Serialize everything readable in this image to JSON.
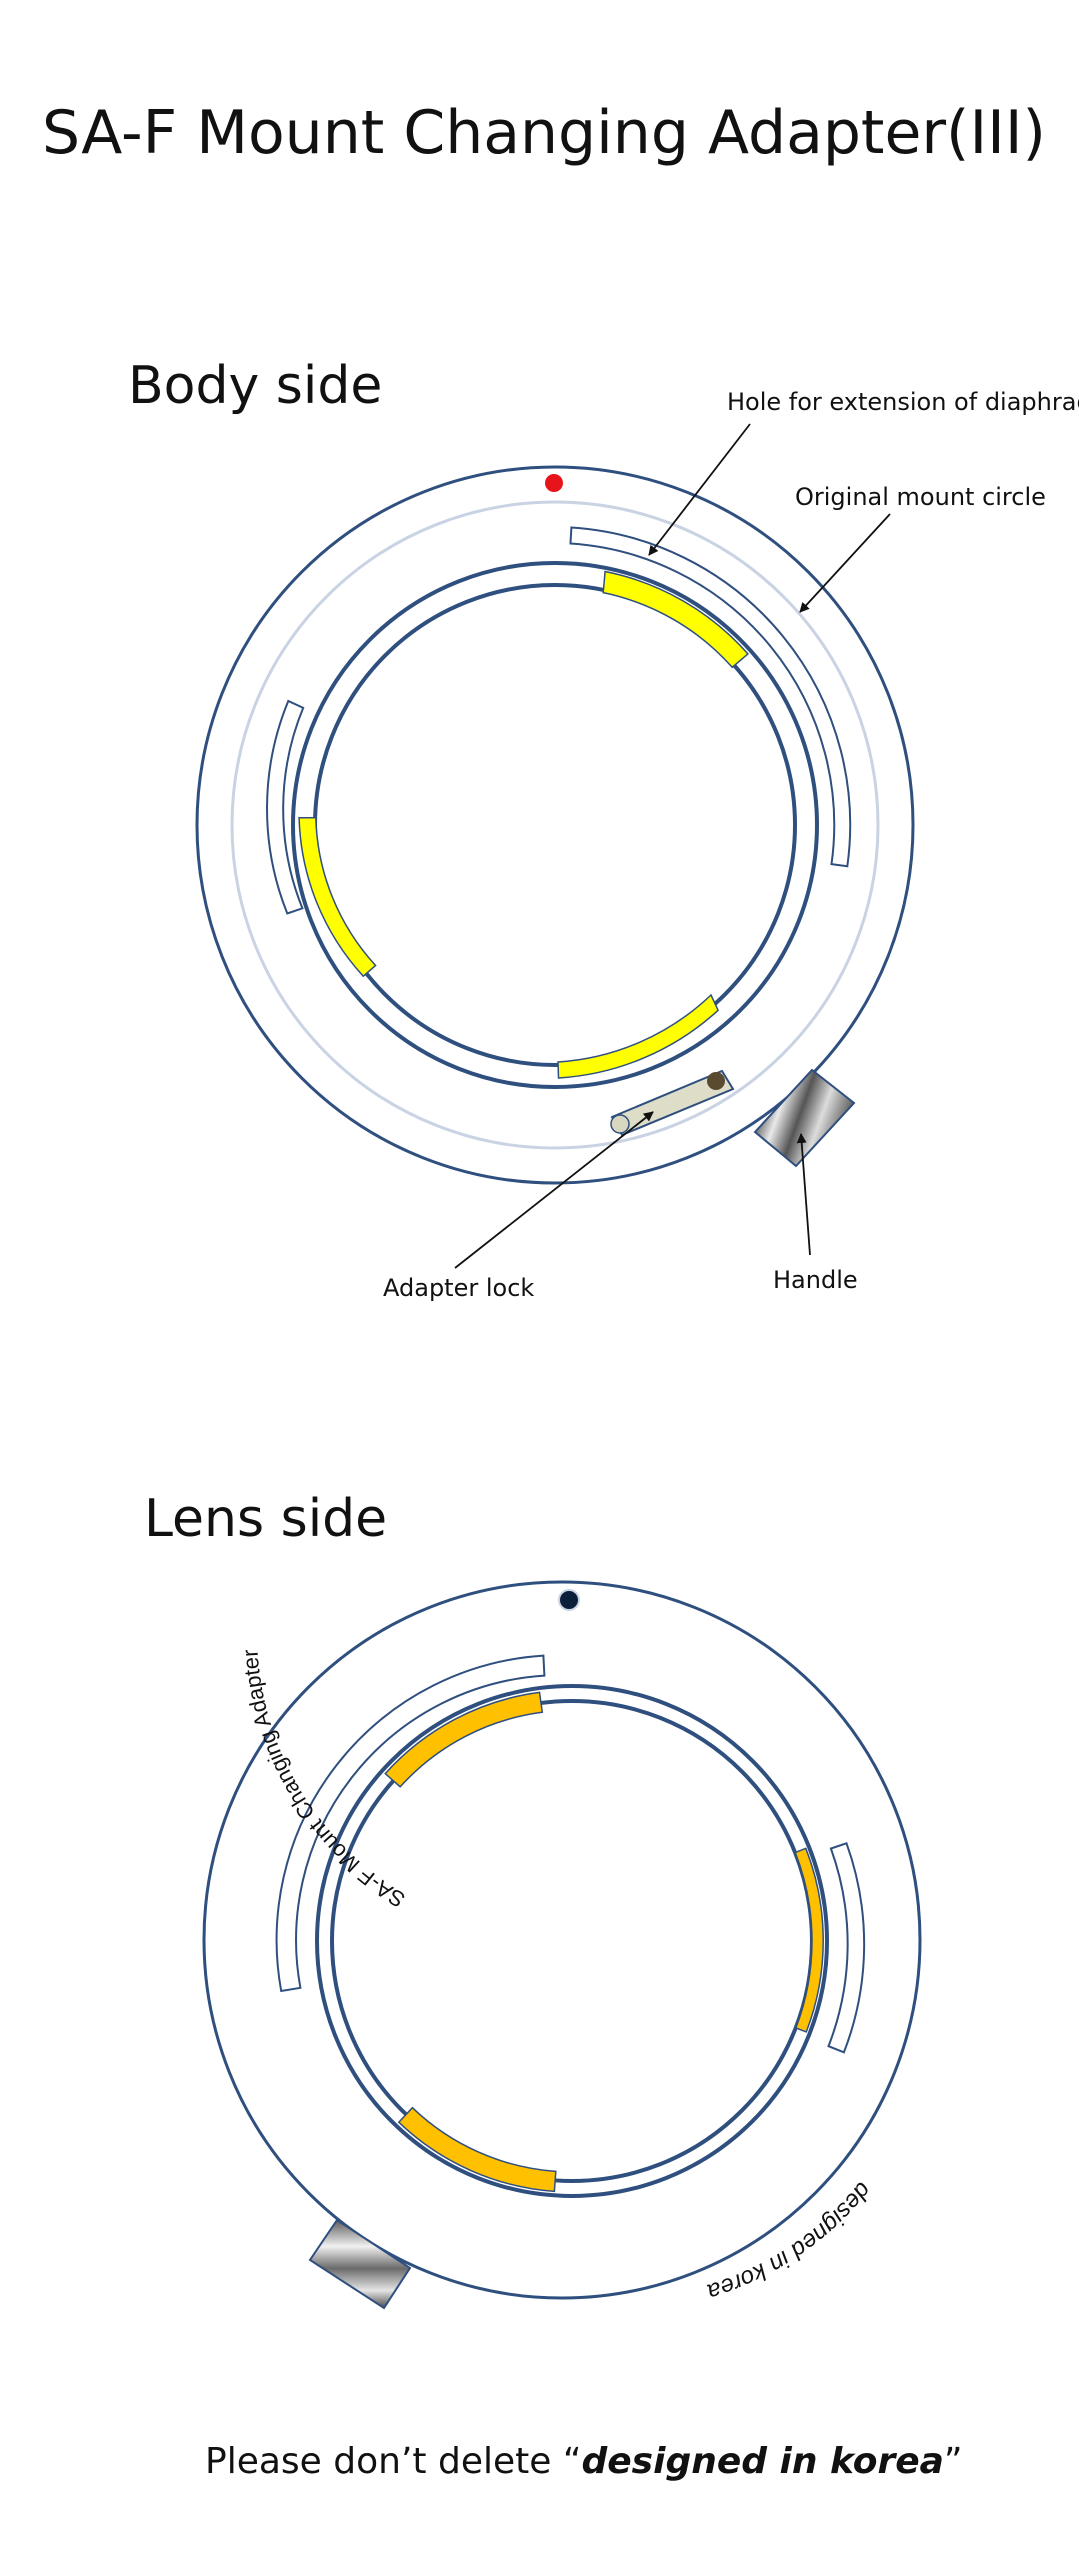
{
  "title": "SA-F Mount Changing Adapter(III)",
  "body_side": {
    "heading": "Body side",
    "callouts": {
      "hole": "Hole for extension of diaphragm",
      "original_mount": "Original mount circle",
      "adapter_lock": "Adapter lock",
      "handle": "Handle"
    }
  },
  "lens_side": {
    "heading": "Lens side",
    "ring_text_top": "SA-F Mount Changing Adapter",
    "ring_text_bottom": "designed in korea"
  },
  "footer": {
    "prefix": "Please don’t delete “",
    "emphasis": "designed in korea",
    "suffix": "”"
  },
  "colors": {
    "ring_stroke": "#2f4f7f",
    "light_ring": "#c9d3e3",
    "body_bayonet": "#ffff00",
    "lens_bayonet": "#ffc000",
    "mount_dot_body": "#e8141b",
    "mount_dot_lens": "#0b1f3a"
  }
}
